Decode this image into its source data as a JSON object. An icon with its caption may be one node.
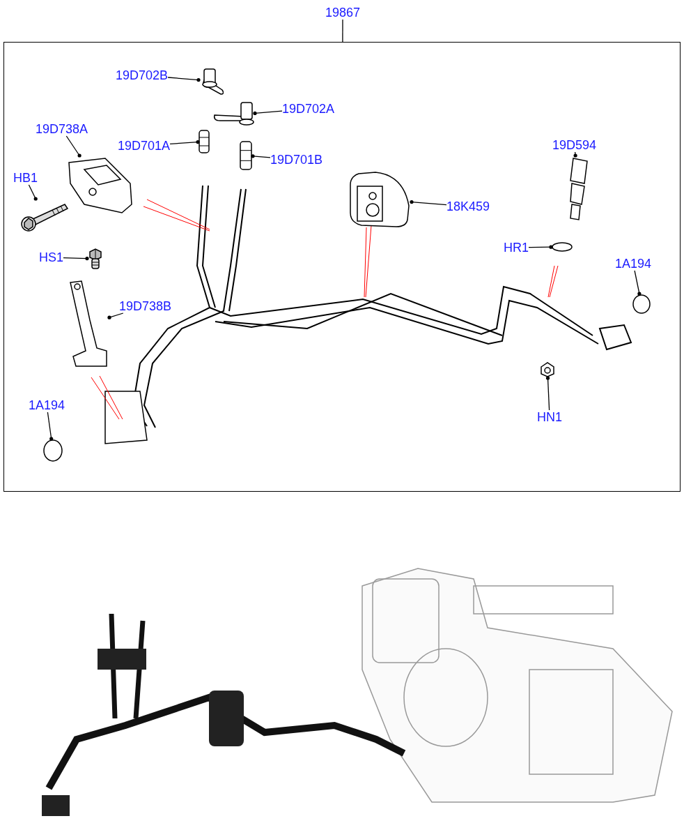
{
  "diagram": {
    "nodes": [
      {
        "text": [
          "19867"
        ]
      },
      {
        "text": [],
        "shape": "box"
      },
      {
        "text": [
          "19D702B"
        ],
        "in": 1
      },
      {
        "text": [],
        "shape": "picture",
        "in": 1
      },
      {
        "text": [
          "19D702A"
        ],
        "in": 1
      },
      {
        "text": [],
        "shape": "picture",
        "in": 1
      },
      {
        "text": [
          "19D701A"
        ],
        "in": 1
      },
      {
        "text": [],
        "shape": "picture",
        "in": 1
      },
      {
        "text": [
          "19D701B"
        ],
        "in": 1
      },
      {
        "text": [],
        "shape": "picture",
        "in": 1
      },
      {
        "text": [
          "19D738A"
        ],
        "in": 1
      },
      {
        "text": [],
        "shape": "picture",
        "in": 1
      },
      {
        "text": [
          "HB1"
        ],
        "in": 1
      },
      {
        "text": [],
        "shape": "picture",
        "in": 1
      },
      {
        "text": [
          "19D594"
        ],
        "in": 1
      },
      {
        "text": [],
        "shape": "picture",
        "in": 1
      },
      {
        "text": [
          "18K459"
        ],
        "in": 1
      },
      {
        "text": [],
        "shape": "picture",
        "in": 1
      },
      {
        "text": [
          "HR1"
        ],
        "in": 1
      },
      {
        "text": [],
        "shape": "circle",
        "in": 1
      },
      {
        "text": [
          "1A194"
        ],
        "in": 1
      },
      {
        "text": [],
        "shape": "circle",
        "in": 1
      },
      {
        "text": [
          "HS1"
        ],
        "in": 1
      },
      {
        "text": [],
        "shape": "picture",
        "in": 1
      },
      {
        "text": [
          "19D738B"
        ],
        "in": 1
      },
      {
        "text": [],
        "shape": "picture",
        "in": 1
      },
      {
        "text": [
          "HN1"
        ],
        "in": 1
      },
      {
        "text": [],
        "shape": "picture",
        "in": 1
      },
      {
        "text": [
          "1A194"
        ],
        "in": 1
      },
      {
        "text": [],
        "shape": "circle",
        "in": 1
      }
    ],
    "edges": [
      {
        "from": 0,
        "to": 1,
        "arrow": "none"
      },
      {
        "from": 2,
        "to": 3,
        "arrow": "other"
      },
      {
        "from": 4,
        "to": 5,
        "arrow": "other"
      },
      {
        "from": 6,
        "to": 7,
        "arrow": "other"
      },
      {
        "from": 8,
        "to": 9,
        "arrow": "other"
      },
      {
        "from": 10,
        "to": 11,
        "arrow": "other"
      },
      {
        "from": 12,
        "to": 13,
        "arrow": "other"
      },
      {
        "from": 14,
        "to": 15,
        "arrow": "other"
      },
      {
        "from": 16,
        "to": 17,
        "arrow": "other"
      },
      {
        "from": 18,
        "to": 19,
        "arrow": "other"
      },
      {
        "from": 20,
        "to": 21,
        "arrow": "other"
      },
      {
        "from": 22,
        "to": 23,
        "arrow": "other"
      },
      {
        "from": 24,
        "to": 25,
        "arrow": "other"
      },
      {
        "from": 26,
        "to": 27,
        "arrow": "other"
      },
      {
        "from": 28,
        "to": 29,
        "arrow": "other"
      }
    ]
  }
}
